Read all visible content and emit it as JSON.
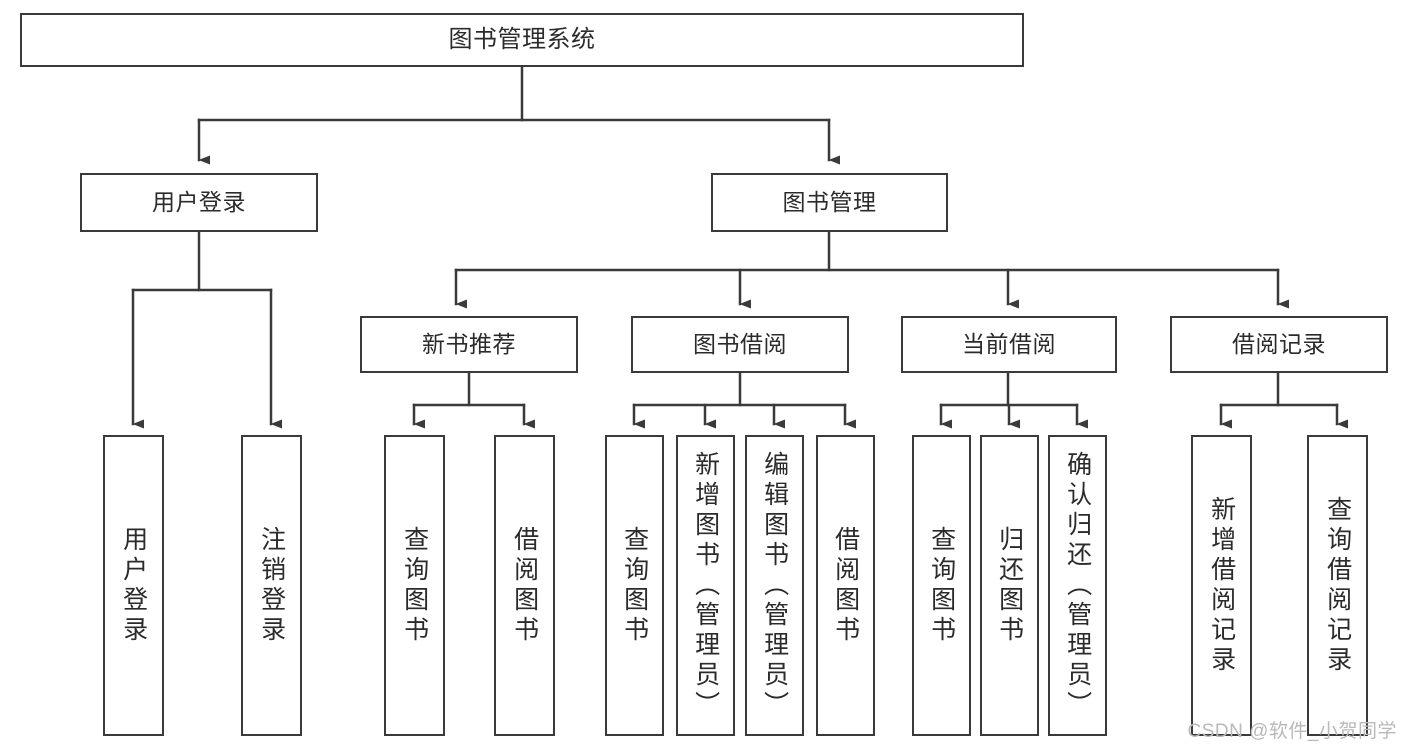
{
  "diagram": {
    "title": "图书管理系统",
    "type": "tree-structure-chart",
    "stroke_color": "#3a3a3a",
    "fill_color": "#ffffff",
    "text_color": "#2b2b2b",
    "watermark": "CSDN @软件_小贺同学",
    "nodes": {
      "root": {
        "label": "图书管理系统"
      },
      "level2": [
        {
          "id": "user-login",
          "label": "用户登录"
        },
        {
          "id": "book-management",
          "label": "图书管理"
        }
      ],
      "level3": [
        {
          "id": "new-book-recommend",
          "label": "新书推荐"
        },
        {
          "id": "book-borrow",
          "label": "图书借阅"
        },
        {
          "id": "current-borrow",
          "label": "当前借阅"
        },
        {
          "id": "borrow-record",
          "label": "借阅记录"
        }
      ],
      "leaves": {
        "user_login": [
          {
            "id": "leaf-user-login",
            "label": "用户登录"
          },
          {
            "id": "leaf-logout",
            "label": "注销登录"
          }
        ],
        "new_book_recommend": [
          {
            "id": "leaf-query-book-1",
            "label": "查询图书"
          },
          {
            "id": "leaf-borrow-book-1",
            "label": "借阅图书"
          }
        ],
        "book_borrow": [
          {
            "id": "leaf-query-book-2",
            "label": "查询图书"
          },
          {
            "id": "leaf-add-book",
            "label": "新增图书（管理员）"
          },
          {
            "id": "leaf-edit-book",
            "label": "编辑图书（管理员）"
          },
          {
            "id": "leaf-borrow-book-2",
            "label": "借阅图书"
          }
        ],
        "current_borrow": [
          {
            "id": "leaf-query-book-3",
            "label": "查询图书"
          },
          {
            "id": "leaf-return-book",
            "label": "归还图书"
          },
          {
            "id": "leaf-confirm-return",
            "label": "确认归还（管理员）"
          }
        ],
        "borrow_record": [
          {
            "id": "leaf-add-record",
            "label": "新增借阅记录"
          },
          {
            "id": "leaf-query-record",
            "label": "查询借阅记录"
          }
        ]
      }
    }
  }
}
